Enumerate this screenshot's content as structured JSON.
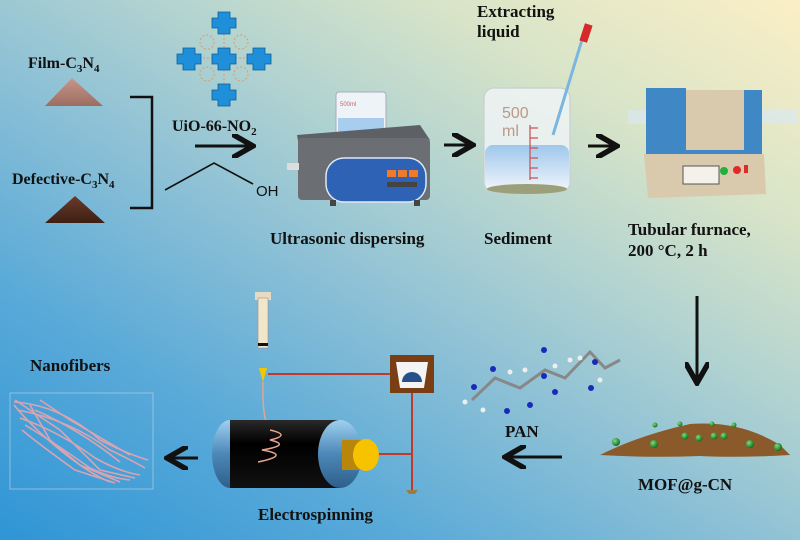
{
  "diagram": {
    "title": "Preparation of MOF@g-CN nanofibers",
    "inputs": [
      {
        "name": "Film-C",
        "sub1": "3",
        "mid": "N",
        "sub2": "4"
      },
      {
        "name": "Defective-C",
        "sub1": "3",
        "mid": "N",
        "sub2": "4"
      }
    ],
    "reagent": {
      "name": "UiO-66-NO",
      "sub": "2"
    },
    "solvent_group": "OH",
    "steps": {
      "ultrasonic": "Ultrasonic dispersing",
      "extract_line1": "Extracting",
      "extract_line2": "liquid",
      "sediment": "Sediment",
      "furnace_line1": "Tubular furnace,",
      "furnace_line2": "200 °C, 2 h",
      "product": "MOF@g-CN",
      "polymer": "PAN",
      "electrospinning": "Electrospinning",
      "nanofibers": "Nanofibers"
    },
    "beaker_labels": {
      "small": "500ml",
      "large_volume": "500",
      "large_unit": "ml"
    },
    "colors": {
      "arrow": "#111111",
      "mof_blue": "#1e8fd8",
      "furnace_blue": "#3f88c5",
      "furnace_body": "#d9c9ad",
      "wire_red": "#c0392b",
      "fiber_pink": "#d9a4b2",
      "carbon_nitride_brown": "#8a5a2b",
      "mof_green": "#1f8a2a",
      "pan_nitrogen": "#1a2ab8"
    }
  }
}
